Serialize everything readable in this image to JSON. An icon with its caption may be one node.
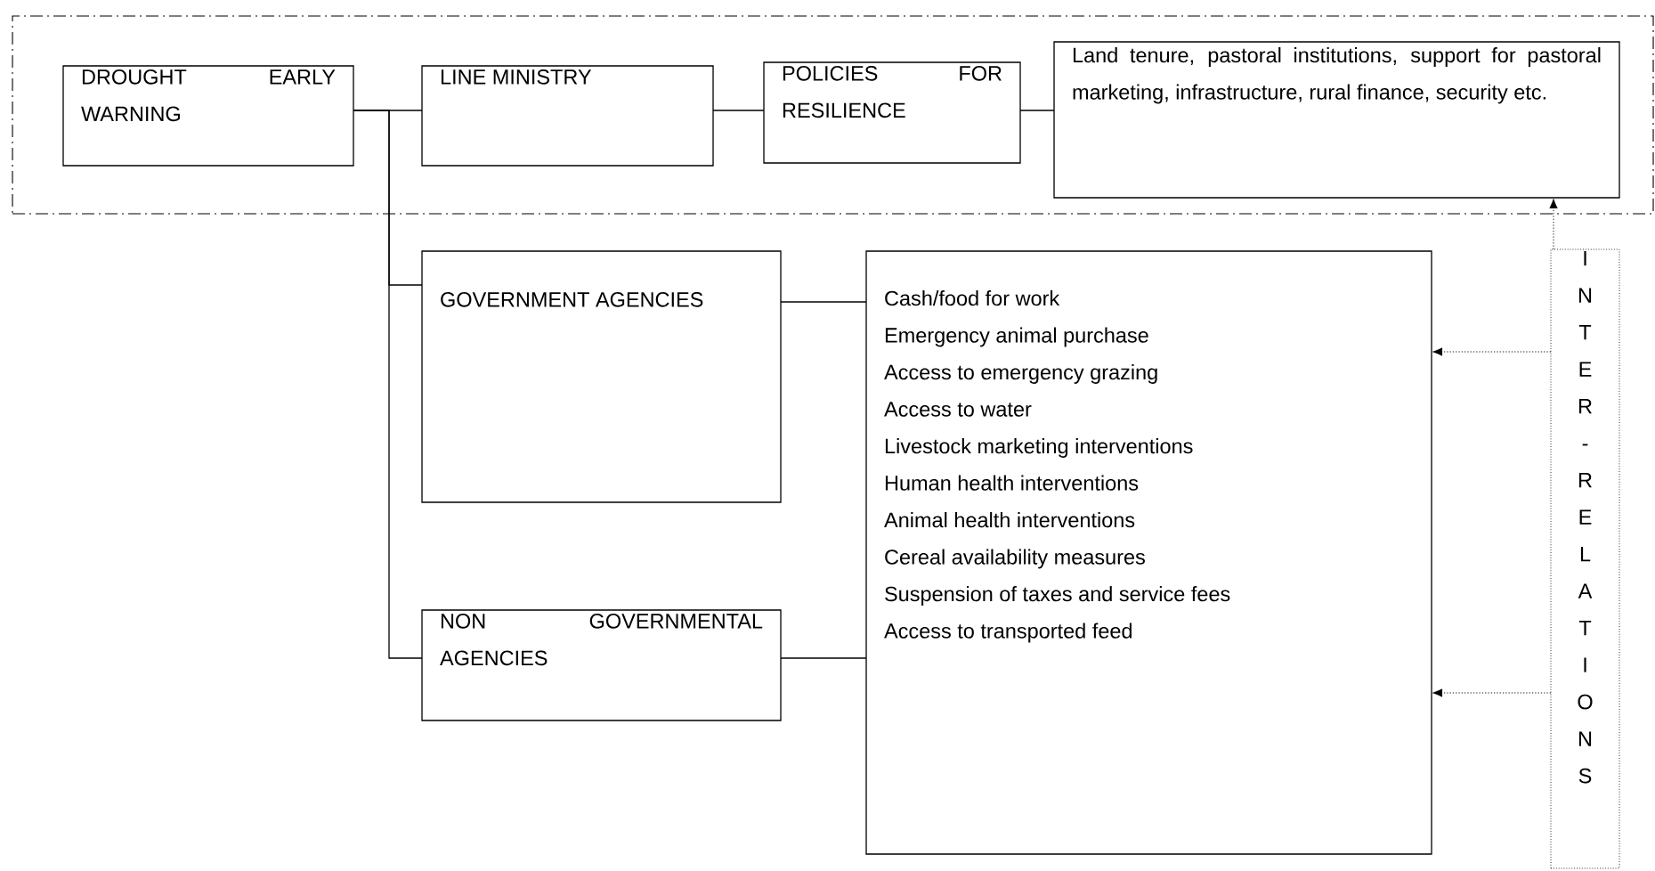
{
  "diagram": {
    "nodes": [
      {
        "text": [],
        "shape": "box"
      },
      {
        "text": [
          "DROUGHT EARLY WARNING"
        ],
        "in": 0
      },
      {
        "text": [
          "LINE MINISTRY"
        ],
        "in": 0
      },
      {
        "text": [
          "POLICIES FOR RESILIENCE"
        ],
        "in": 0
      },
      {
        "text": [
          "Land tenure, pastoral institutions, support for pastoral marketing, infrastructure, rural finance, security etc."
        ],
        "in": 0
      },
      {
        "text": [
          "GOVERNMENT AGENCIES"
        ]
      },
      {
        "text": [
          "NON GOVERNMENTAL AGENCIES"
        ]
      },
      {
        "text": [
          "Cash/food for work",
          "Emergency animal purchase",
          "Access to emergency grazing",
          "Access to water",
          "Livestock marketing interventions",
          "Human health interventions",
          "Animal health interventions",
          "Cereal availability measures",
          "Suspension of taxes and service fees",
          "Access to transported feed"
        ]
      },
      {
        "text": [
          "I N T E R - R E L A T I O N S"
        ]
      }
    ],
    "edges": [
      {
        "from": 1,
        "to": 2,
        "arrow": "none"
      },
      {
        "from": 2,
        "to": 3,
        "arrow": "none"
      },
      {
        "from": 3,
        "to": 4,
        "arrow": "none"
      },
      {
        "from": 1,
        "to": 5,
        "arrow": "none"
      },
      {
        "from": 1,
        "to": 6,
        "arrow": "none"
      },
      {
        "from": 5,
        "to": 7,
        "arrow": "none"
      },
      {
        "from": 6,
        "to": 7,
        "arrow": "none"
      },
      {
        "from": 8,
        "to": 4,
        "arrow": "to",
        "style": "dashed"
      },
      {
        "from": 8,
        "to": 7,
        "arrow": "to",
        "style": "dashed"
      },
      {
        "from": 8,
        "to": 7,
        "arrow": "to",
        "style": "dashed"
      }
    ]
  }
}
